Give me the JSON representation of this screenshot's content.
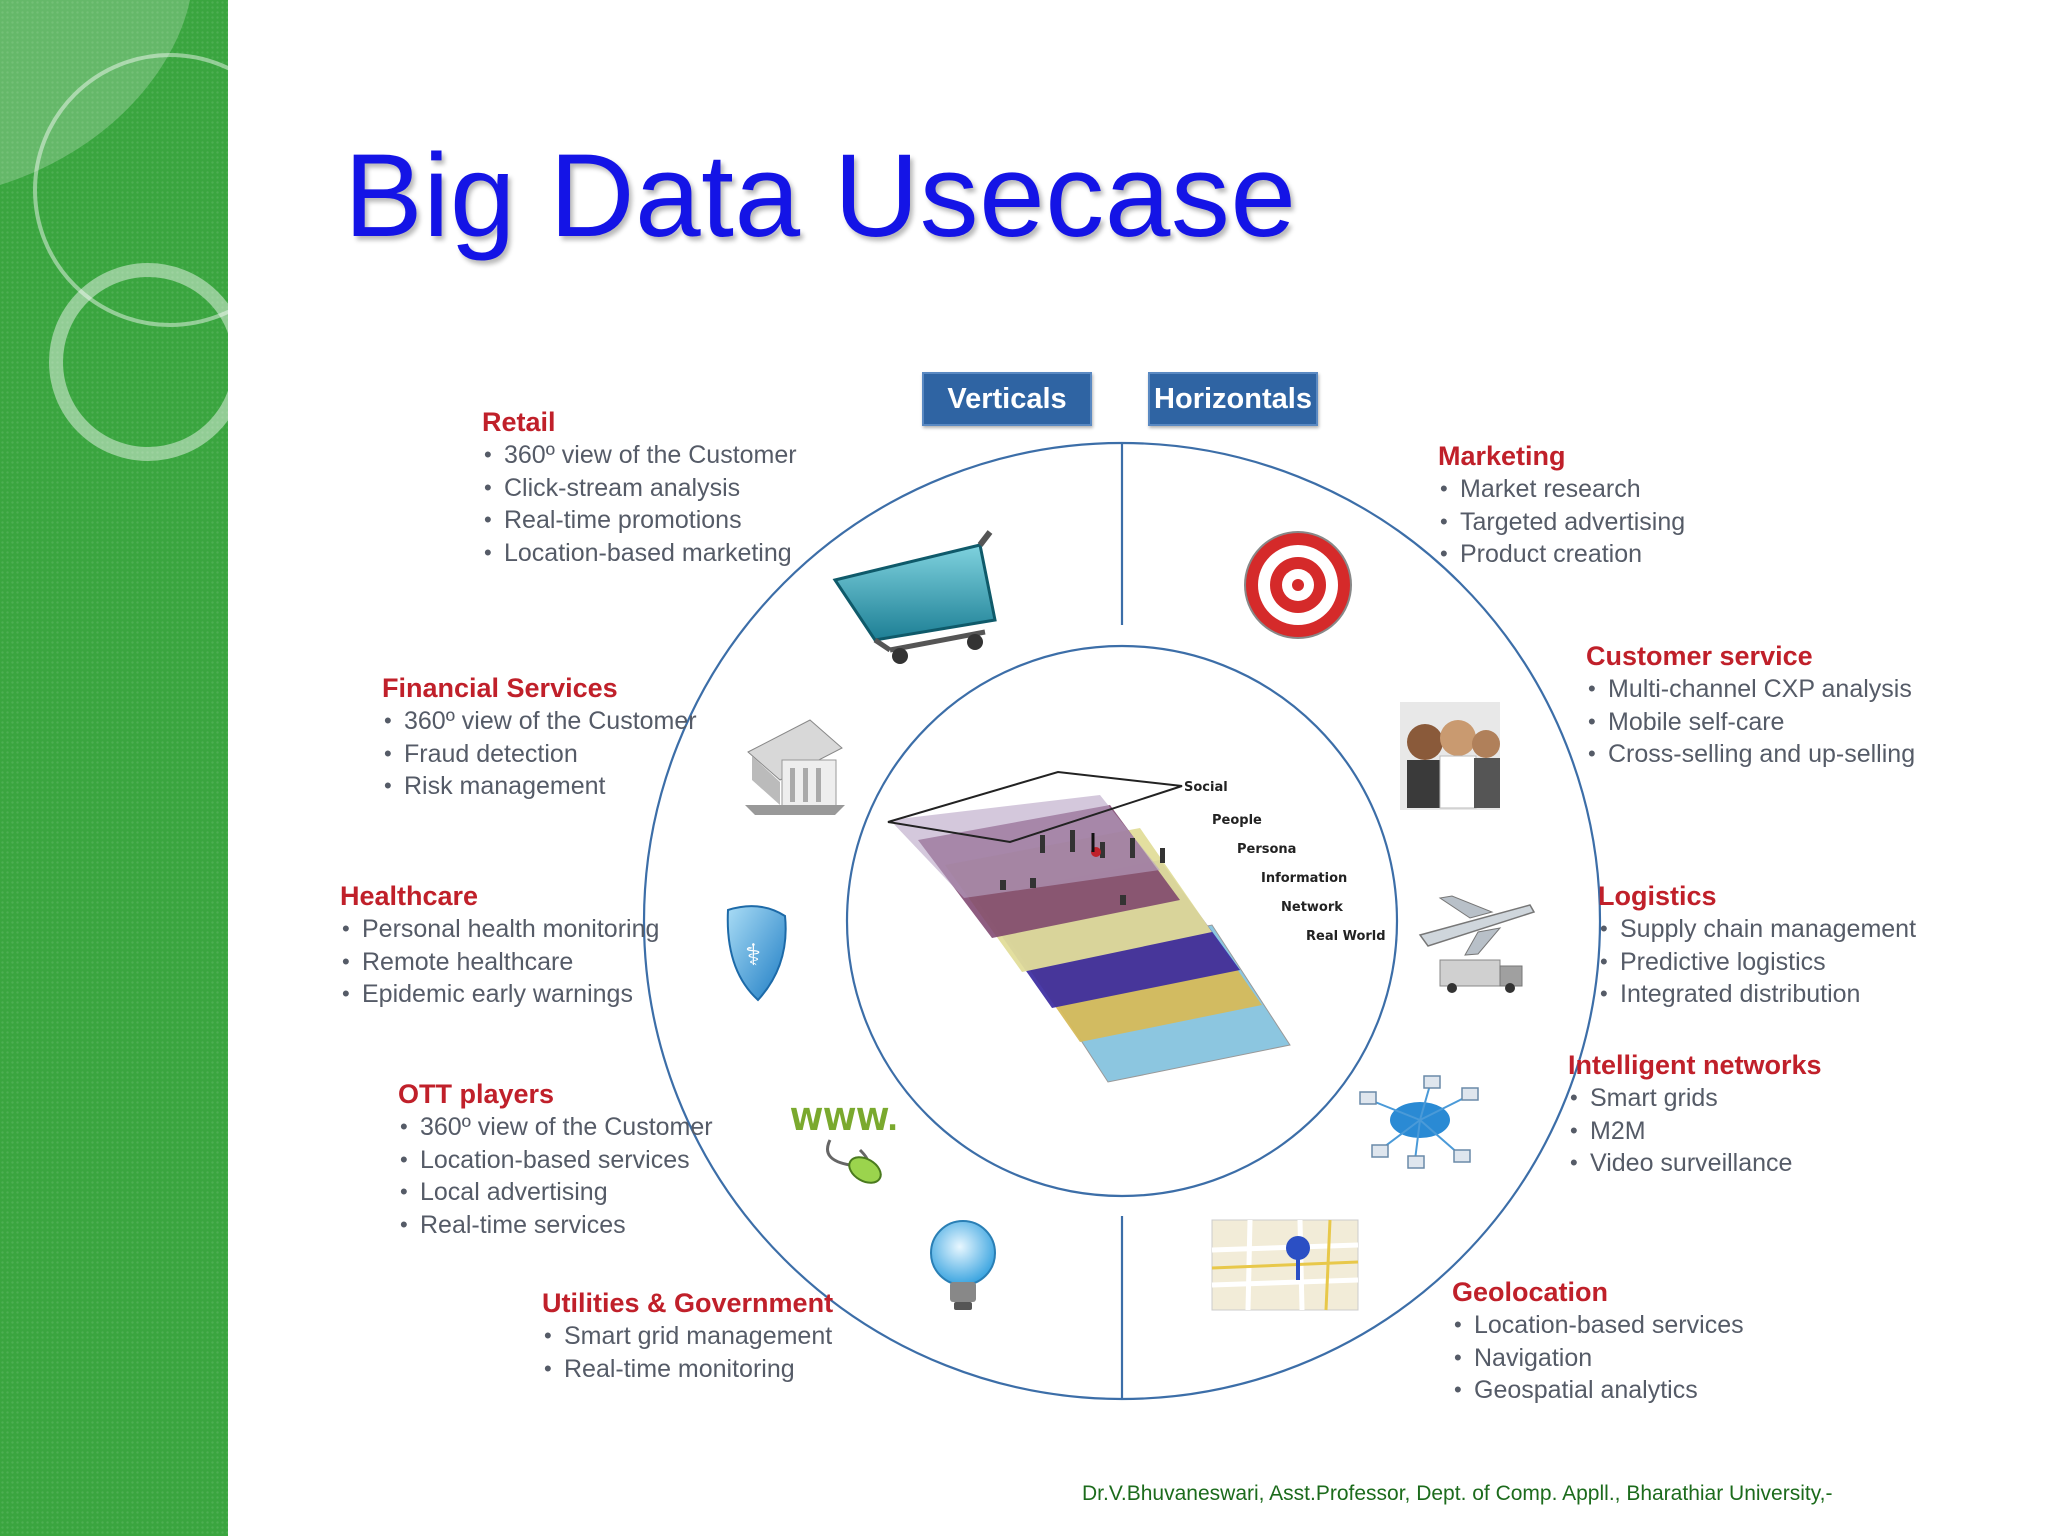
{
  "title": "Big Data Usecase",
  "headers": {
    "verticals": "Verticals",
    "horizontals": "Horizontals"
  },
  "verticals": [
    {
      "name": "Retail",
      "items": [
        "360º view of the Customer",
        "Click-stream analysis",
        "Real-time promotions",
        "Location-based marketing"
      ]
    },
    {
      "name": "Financial Services",
      "items": [
        "360º view of the Customer",
        "Fraud detection",
        "Risk management"
      ]
    },
    {
      "name": "Healthcare",
      "items": [
        "Personal health monitoring",
        "Remote healthcare",
        "Epidemic early warnings"
      ]
    },
    {
      "name": "OTT players",
      "items": [
        "360º view of the Customer",
        "Location-based services",
        "Local advertising",
        "Real-time services"
      ]
    },
    {
      "name": "Utilities & Government",
      "items": [
        "Smart grid management",
        "Real-time monitoring"
      ]
    }
  ],
  "horizontals": [
    {
      "name": "Marketing",
      "items": [
        "Market research",
        "Targeted advertising",
        "Product creation"
      ]
    },
    {
      "name": "Customer service",
      "items": [
        "Multi-channel CXP analysis",
        "Mobile self-care",
        "Cross-selling and up-selling"
      ]
    },
    {
      "name": "Logistics",
      "items": [
        "Supply chain management",
        "Predictive logistics",
        "Integrated distribution"
      ]
    },
    {
      "name": "Intelligent networks",
      "items": [
        "Smart grids",
        "M2M",
        "Video surveillance"
      ]
    },
    {
      "name": "Geolocation",
      "items": [
        "Location-based services",
        "Navigation",
        "Geospatial analytics"
      ]
    }
  ],
  "layers": [
    "Social",
    "People",
    "Persona",
    "Information",
    "Network",
    "Real World"
  ],
  "icons": [
    "shopping-cart-icon",
    "bank-building-icon",
    "health-shield-icon",
    "www-mouse-icon",
    "light-bulb-icon",
    "target-icon",
    "call-center-agents-icon",
    "airplane-truck-icon",
    "network-hub-icon",
    "map-pin-icon"
  ],
  "colors": {
    "title": "#1414e6",
    "category_heading": "#c0202a",
    "item_text": "#555b67",
    "header_button": "#2f64a3",
    "sidebar": "#3aa53f",
    "footer": "#1c6b1c"
  },
  "footer": "Dr.V.Bhuvaneswari, Asst.Professor, Dept. of Comp. Appll., Bharathiar University,-"
}
